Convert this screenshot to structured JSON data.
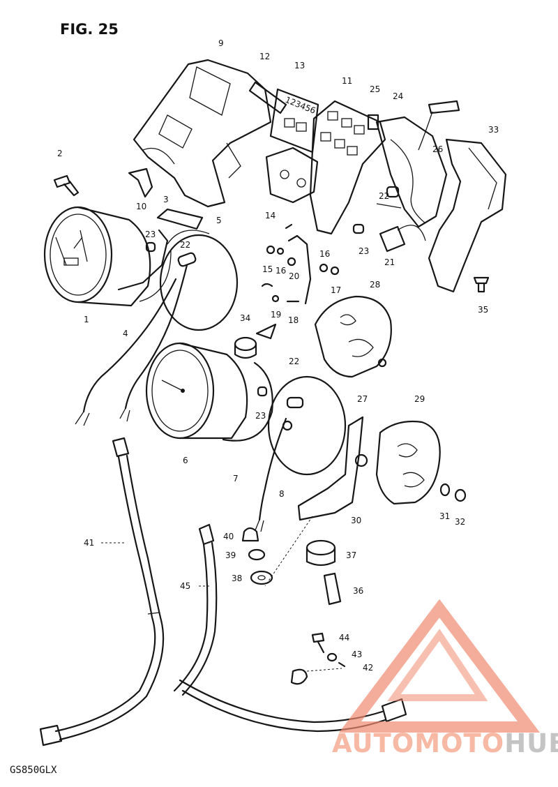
{
  "figure": {
    "title": "FIG. 25",
    "model": "GS850GLX"
  },
  "watermark": {
    "part1": "AUTOMOTO",
    "part2": "HUB",
    "color_primary": "#f08a70",
    "color_secondary": "#a8a8a8"
  },
  "odometer_text": "123456",
  "callouts": {
    "c1": "1",
    "c2": "2",
    "c3": "3",
    "c4": "4",
    "c5": "5",
    "c6": "6",
    "c7": "7",
    "c8": "8",
    "c9": "9",
    "c10": "10",
    "c11": "11",
    "c12": "12",
    "c13": "13",
    "c14": "14",
    "c15": "15",
    "c16a": "16",
    "c16b": "16",
    "c17": "17",
    "c18": "18",
    "c19": "19",
    "c20": "20",
    "c21": "21",
    "c22a": "22",
    "c22b": "22",
    "c22c": "22",
    "c23a": "23",
    "c23b": "23",
    "c23c": "23",
    "c24": "24",
    "c25": "25",
    "c26": "26",
    "c27": "27",
    "c28": "28",
    "c29": "29",
    "c30": "30",
    "c31": "31",
    "c32": "32",
    "c33": "33",
    "c34": "34",
    "c35": "35",
    "c36": "36",
    "c37": "37",
    "c38": "38",
    "c39": "39",
    "c40": "40",
    "c41": "41",
    "c42": "42",
    "c43": "43",
    "c44": "44",
    "c45": "45"
  }
}
